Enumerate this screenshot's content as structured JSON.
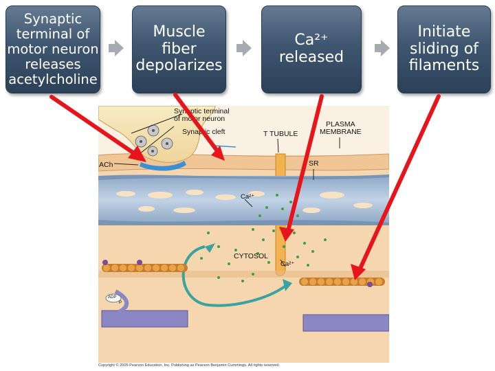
{
  "flow": {
    "step1": "Synaptic\nterminal of\nmotor neuron\nreleases\nacetylcholine",
    "step2": "Muscle\nfiber\ndepolarizes",
    "step3": "Ca²⁺\nreleased",
    "step4": "Initiate\nsliding of\nfilaments"
  },
  "figure": {
    "synaptic_terminal": "Synaptic terminal\nof motor neuron",
    "synaptic_cleft": "Synaptic cleft",
    "t_tubule": "T TUBULE",
    "plasma_membrane": "PLASMA\nMEMBRANE",
    "ach": "ACh",
    "sr": "SR",
    "ca_sr": "Ca²⁺",
    "cytosol": "CYTOSOL",
    "ca_cytosol": "Ca²⁺",
    "adp": "ADP",
    "p": "P",
    "copyright": "Copyright © 2005 Pearson Education, Inc. Publishing as Pearson Benjamin Cummings. All rights reserved."
  },
  "colors": {
    "box": "#3f5670",
    "chevron": "#a7aab0",
    "arrow": "#e8141b",
    "cytosol": "#f6d7b0",
    "membrane": "#f3cba0",
    "sr": "#a9bfd8",
    "calcium": "#3aa24a",
    "neuron": "#f6e2ad"
  },
  "icons": [
    "chevron-right-icon",
    "red-arrow-icon"
  ]
}
